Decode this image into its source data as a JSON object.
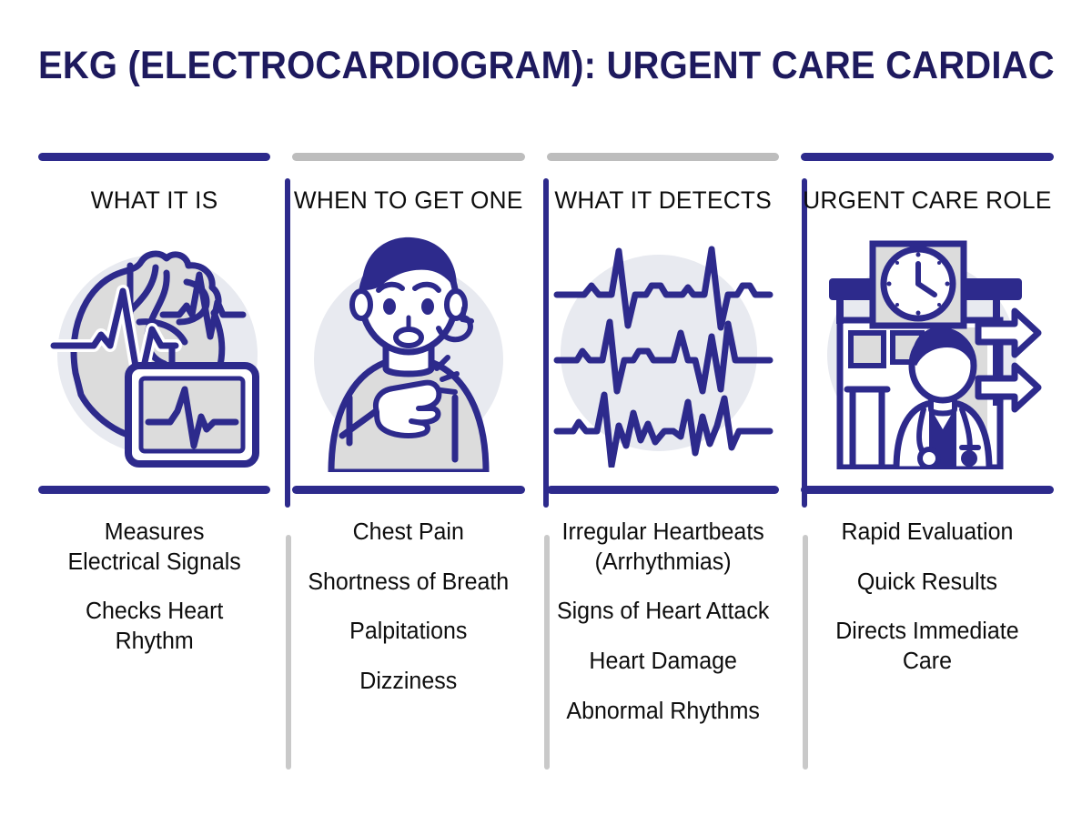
{
  "title": "EKG (ELECTROCARDIOGRAM): URGENT CARE CARDIAC",
  "colors": {
    "navy": "#2d2a8c",
    "title_navy": "#1e1a5e",
    "gray_rule": "#bdbdbd",
    "gray_divider": "#c9c9c9",
    "icon_circle": "#e8eaf0",
    "icon_fill": "#dcdcdc",
    "text": "#0d0d0d",
    "background": "#ffffff"
  },
  "columns": [
    {
      "header": "WHAT IT IS",
      "top_rule_color": "navy",
      "icon": "heart-ekg-monitor-icon",
      "points": [
        "Measures\nElectrical Signals",
        "Checks Heart\nRhythm"
      ]
    },
    {
      "header": "WHEN TO GET ONE",
      "top_rule_color": "gray",
      "icon": "chest-pain-patient-icon",
      "points": [
        "Chest Pain",
        "Shortness of Breath",
        "Palpitations",
        "Dizziness"
      ]
    },
    {
      "header": "WHAT IT DETECTS",
      "top_rule_color": "gray",
      "icon": "ekg-waveforms-icon",
      "points": [
        "Irregular Heartbeats\n(Arrhythmias)",
        "Signs of Heart Attack",
        "Heart Damage",
        "Abnormal Rhythms"
      ]
    },
    {
      "header": "URGENT CARE ROLE",
      "top_rule_color": "navy",
      "icon": "urgent-care-clinic-doctor-icon",
      "points": [
        "Rapid Evaluation",
        "Quick Results",
        "Directs Immediate\nCare"
      ]
    }
  ]
}
